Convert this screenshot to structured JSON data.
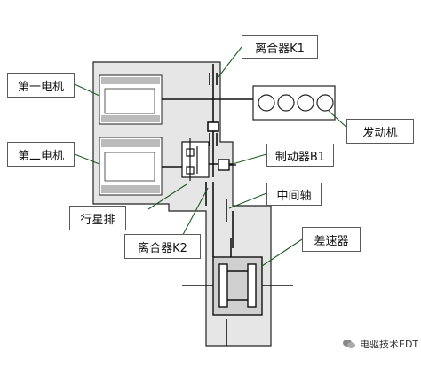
{
  "labels": {
    "clutch_k1": "离合器K1",
    "motor1": "第一电机",
    "engine": "发动机",
    "motor2": "第二电机",
    "brake_b1": "制动器B1",
    "intermediate_shaft": "中间轴",
    "planetary": "行星排",
    "differential": "差速器",
    "clutch_k2": "离合器K2"
  },
  "watermark": "电驱技术EDT",
  "colors": {
    "housing_fill": "#dcdcdc",
    "line": "#111111",
    "leader": "#1b5e20",
    "diff_fill": "#d0d0d0"
  }
}
